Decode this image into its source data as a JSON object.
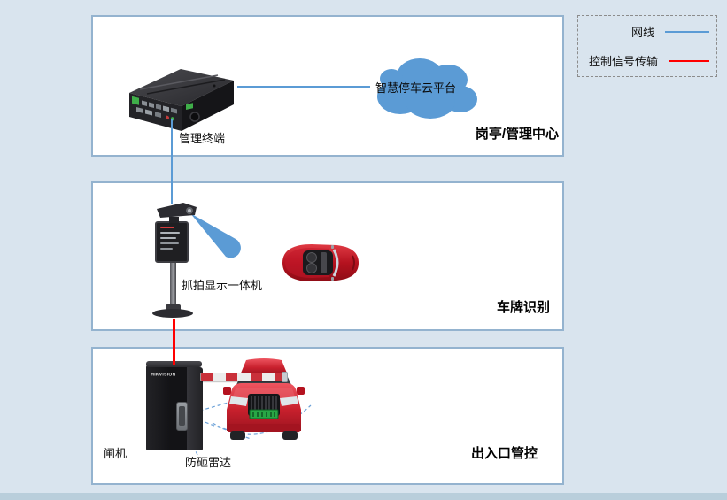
{
  "legend": {
    "items": [
      {
        "label": "网线",
        "color": "#5b9bd5"
      },
      {
        "label": "控制信号传输",
        "color": "#ff0000"
      }
    ]
  },
  "sections": {
    "management": {
      "title": "岗亭/管理中心",
      "terminal_label": "管理终端",
      "cloud_label": "智慧停车云平台"
    },
    "recognition": {
      "title": "车牌识别",
      "camera_label": "抓拍显示一体机"
    },
    "gate": {
      "title": "出入口管控",
      "gate_label": "闸机",
      "radar_label": "防砸雷达",
      "gate_brand": "HIKVISION"
    }
  },
  "colors": {
    "background": "#d9e4ee",
    "panel_border": "#94b3cf",
    "network_line": "#5b9bd5",
    "signal_line": "#ff0000",
    "cloud_fill": "#5b9bd5",
    "car_red": "#c1121f"
  }
}
